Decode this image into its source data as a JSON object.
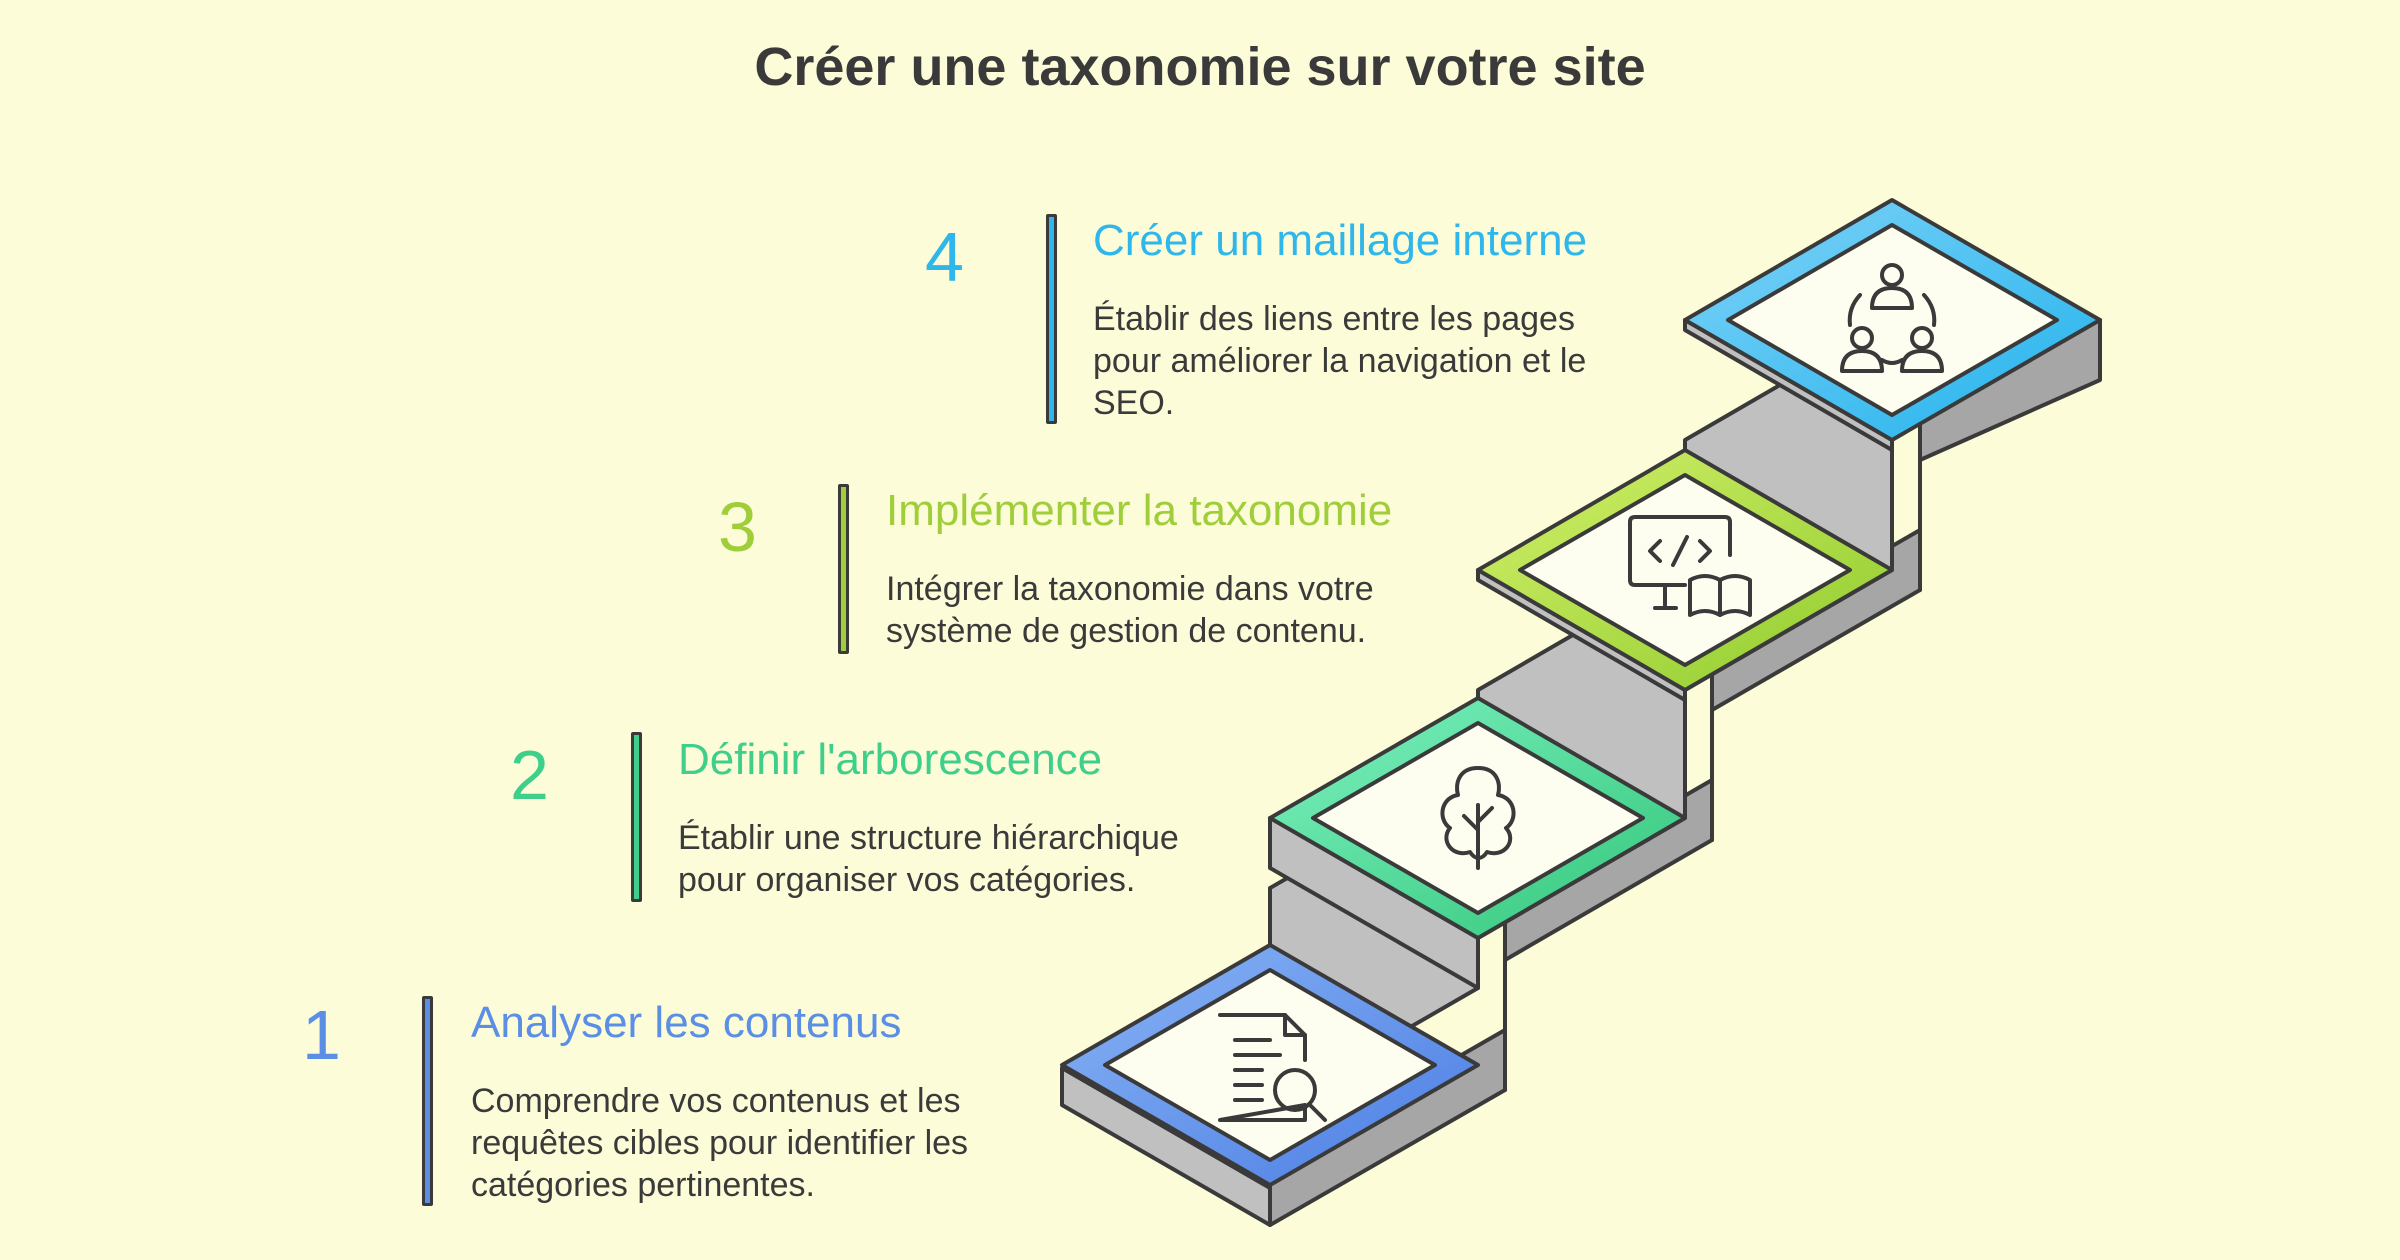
{
  "title": "Créer une taxonomie sur votre site",
  "colors": {
    "background": "#fcfcd9",
    "text": "#3a3a3a",
    "riser": "#c0c0c0",
    "step1": "#5b8fe6",
    "step2": "#3fcf8a",
    "step3": "#9fce3a",
    "step4": "#2fb6ea"
  },
  "steps": [
    {
      "number": "1",
      "title": "Analyser les contenus",
      "description": "Comprendre vos contenus et les requêtes cibles pour identifier les catégories pertinentes.",
      "icon": "document-search-icon"
    },
    {
      "number": "2",
      "title": "Définir l'arborescence",
      "description": "Établir une structure hiérarchique pour organiser vos catégories.",
      "icon": "tree-icon"
    },
    {
      "number": "3",
      "title": "Implémenter la taxonomie",
      "description": "Intégrer la taxonomie dans votre système de gestion de contenu.",
      "icon": "code-monitor-book-icon"
    },
    {
      "number": "4",
      "title": "Créer un maillage interne",
      "description": "Établir des liens entre les pages pour améliorer la navigation et le SEO.",
      "icon": "connected-users-icon"
    }
  ]
}
